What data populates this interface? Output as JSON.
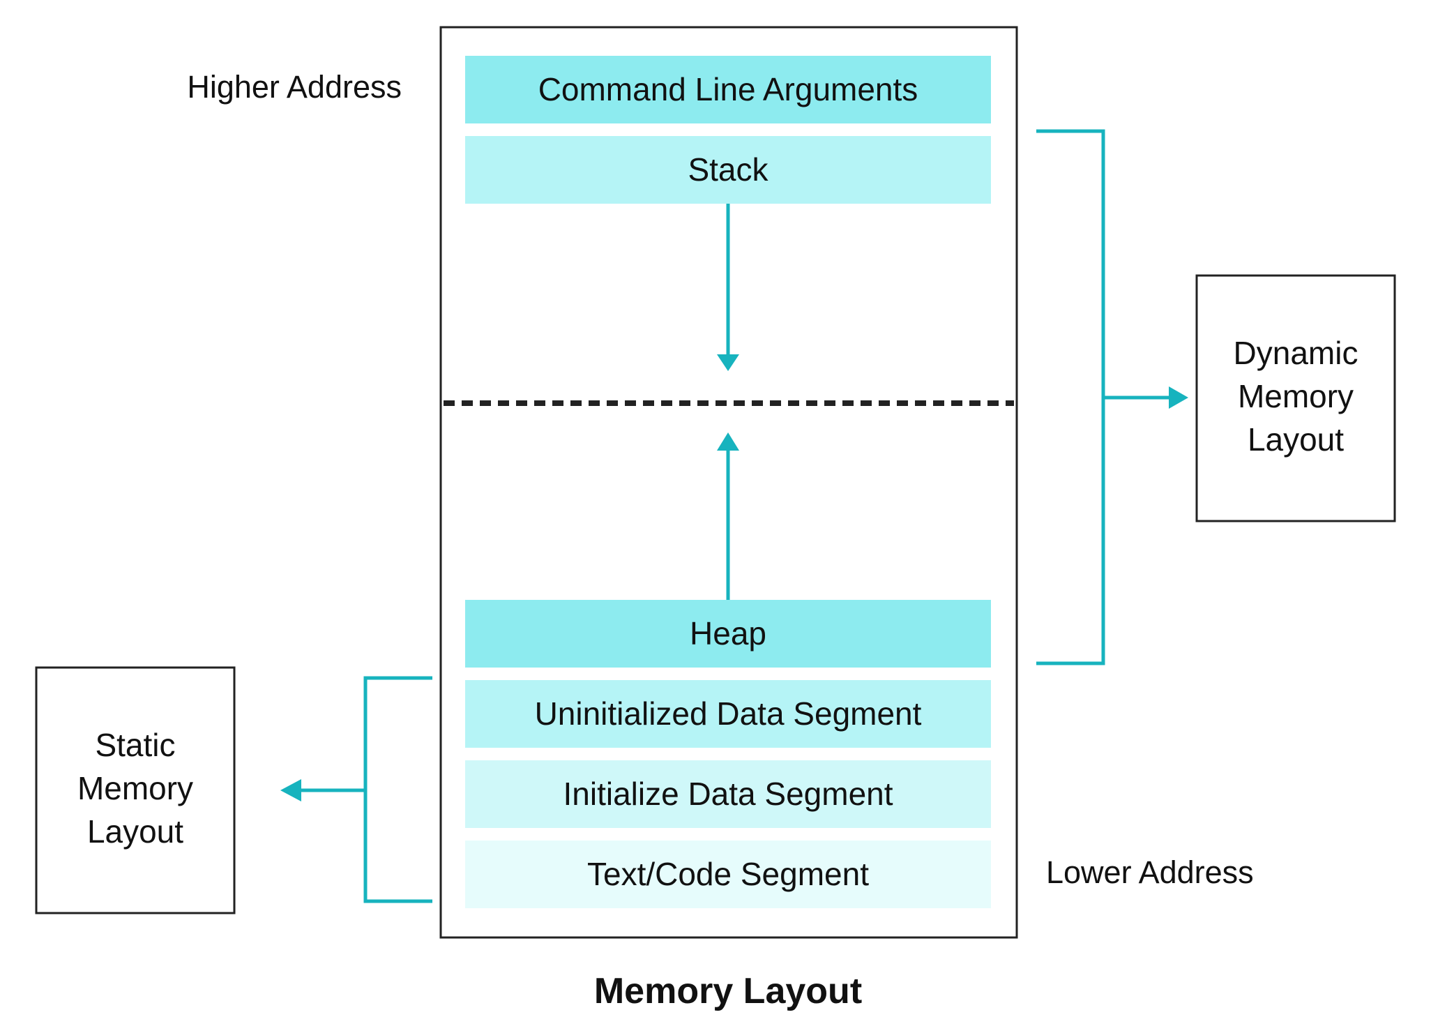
{
  "title": "Memory Layout",
  "higher_address_label": "Higher Address",
  "lower_address_label": "Lower Address",
  "segments": {
    "command_line_arguments": "Command Line Arguments",
    "stack": "Stack",
    "heap": "Heap",
    "uninitialized_data_segment": "Uninitialized Data Segment",
    "initialize_data_segment": "Initialize Data Segment",
    "text_code_segment": "Text/Code Segment"
  },
  "dynamic_box": {
    "lines": [
      "Dynamic",
      "Memory",
      "Layout"
    ]
  },
  "static_box": {
    "lines": [
      "Static",
      "Memory",
      "Layout"
    ]
  },
  "colors": {
    "accent": "#17B3BE",
    "segment_strong": "#8DEBEF",
    "segment_medium": "#B5F4F6",
    "segment_light": "#CFF8F9",
    "segment_lightest": "#E6FCFC",
    "border": "#222222"
  }
}
